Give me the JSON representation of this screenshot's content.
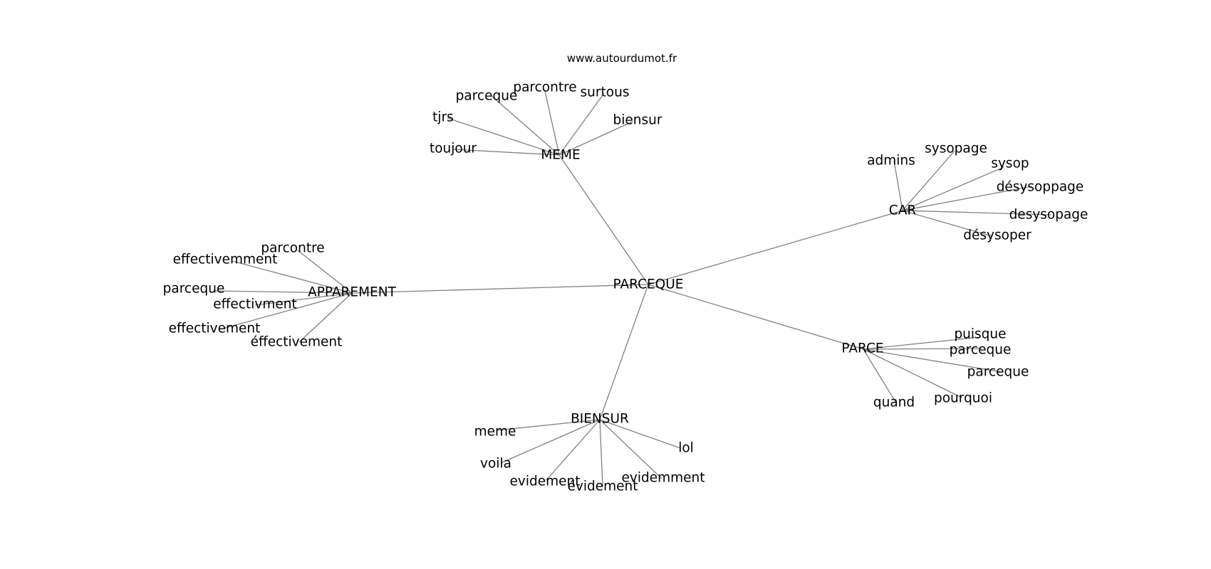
{
  "watermark": "www.autourdumot.fr",
  "graph": {
    "root": "PARCEQUE",
    "clusters": [
      {
        "hub": "MEME",
        "leaves": [
          "parceque",
          "parcontre",
          "surtous",
          "tjrs",
          "biensur",
          "toujour"
        ]
      },
      {
        "hub": "CAR",
        "leaves": [
          "admins",
          "sysopage",
          "sysop",
          "désysoppage",
          "desysopage",
          "désysoper"
        ]
      },
      {
        "hub": "APPAREMENT",
        "leaves": [
          "parcontre",
          "effectivemment",
          "parceque",
          "effectivment",
          "effectivement",
          "éffectivement"
        ]
      },
      {
        "hub": "PARCE",
        "leaves": [
          "puisque",
          "parceque",
          "parceque",
          "pourquoi",
          "quand"
        ]
      },
      {
        "hub": "BIENSUR",
        "leaves": [
          "meme",
          "voila",
          "evidement",
          "évidement",
          "evidemment",
          "lol"
        ]
      }
    ]
  }
}
